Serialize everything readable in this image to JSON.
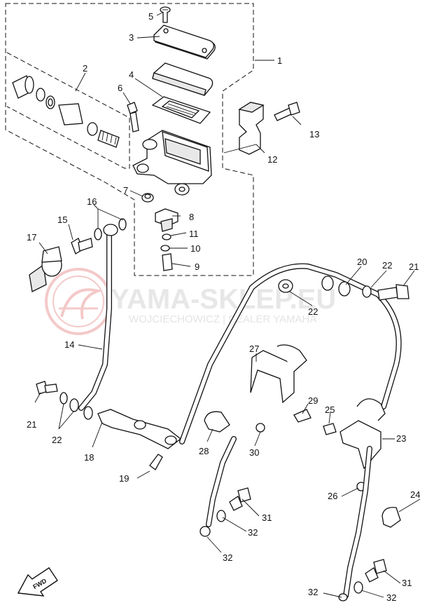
{
  "watermark": {
    "title": "YAMA-SKLEP.EU",
    "subtitle": "WOJCIECHOWICZ | DEALER YAMAHA",
    "logo_color": "#f4c9c9"
  },
  "fwd_label": "FWD",
  "callouts": [
    {
      "id": "c5",
      "text": "5"
    },
    {
      "id": "c3",
      "text": "3"
    },
    {
      "id": "c1",
      "text": "1"
    },
    {
      "id": "c2",
      "text": "2"
    },
    {
      "id": "c4",
      "text": "4"
    },
    {
      "id": "c6",
      "text": "6"
    },
    {
      "id": "c13",
      "text": "13"
    },
    {
      "id": "c12",
      "text": "12"
    },
    {
      "id": "c7",
      "text": "7"
    },
    {
      "id": "c8",
      "text": "8"
    },
    {
      "id": "c16",
      "text": "16"
    },
    {
      "id": "c15",
      "text": "15"
    },
    {
      "id": "c17",
      "text": "17"
    },
    {
      "id": "c11",
      "text": "11"
    },
    {
      "id": "c10",
      "text": "10"
    },
    {
      "id": "c9",
      "text": "9"
    },
    {
      "id": "c20",
      "text": "20"
    },
    {
      "id": "c22a",
      "text": "22"
    },
    {
      "id": "c21a",
      "text": "21"
    },
    {
      "id": "c22b",
      "text": "22"
    },
    {
      "id": "c14",
      "text": "14"
    },
    {
      "id": "c27",
      "text": "27"
    },
    {
      "id": "c21b",
      "text": "21"
    },
    {
      "id": "c29",
      "text": "29"
    },
    {
      "id": "c25",
      "text": "25"
    },
    {
      "id": "c22c",
      "text": "22"
    },
    {
      "id": "c23",
      "text": "23"
    },
    {
      "id": "c28",
      "text": "28"
    },
    {
      "id": "c30",
      "text": "30"
    },
    {
      "id": "c18",
      "text": "18"
    },
    {
      "id": "c24",
      "text": "24"
    },
    {
      "id": "c26",
      "text": "26"
    },
    {
      "id": "c19",
      "text": "19"
    },
    {
      "id": "c31a",
      "text": "31"
    },
    {
      "id": "c32a",
      "text": "32"
    },
    {
      "id": "c32b",
      "text": "32"
    },
    {
      "id": "c31b",
      "text": "31"
    },
    {
      "id": "c32c",
      "text": "32"
    },
    {
      "id": "c32d",
      "text": "32"
    }
  ]
}
